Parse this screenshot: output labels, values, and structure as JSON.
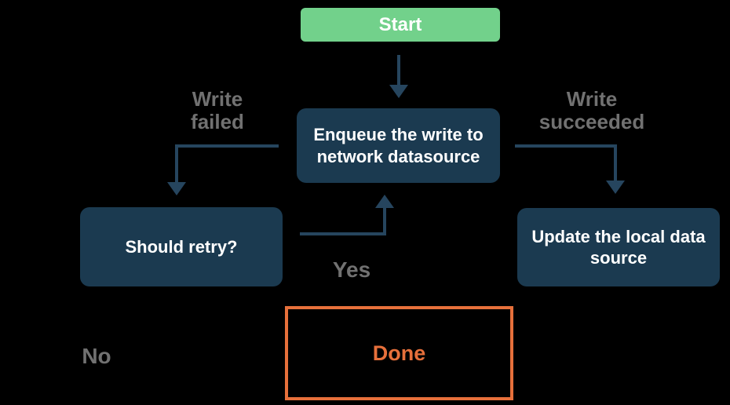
{
  "colors": {
    "background": "#000000",
    "green": "#72d18b",
    "navy": "#1b3a50",
    "arrow": "#26455e",
    "gray": "#717171",
    "orange": "#e7703b",
    "white": "#ffffff"
  },
  "nodes": {
    "start": {
      "label": "Start"
    },
    "enqueue": {
      "label": "Enqueue the write to network datasource"
    },
    "should_retry": {
      "label": "Should retry?"
    },
    "update_local": {
      "label": "Update the local data source"
    },
    "done": {
      "label": "Done"
    }
  },
  "edge_labels": {
    "write_failed": "Write failed",
    "write_succeeded": "Write succeeded",
    "yes": "Yes",
    "no": "No"
  }
}
